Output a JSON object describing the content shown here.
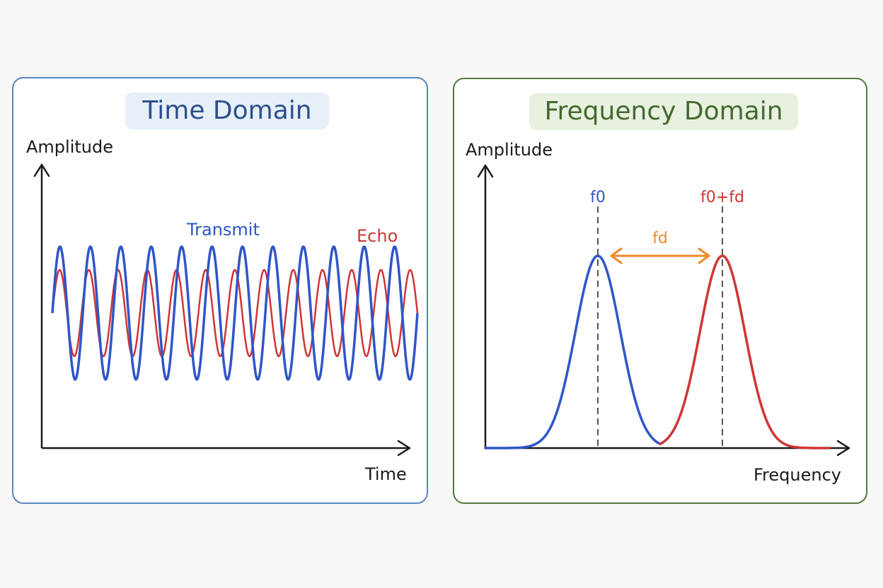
{
  "time_panel": {
    "title": "Time Domain",
    "y_axis_label": "Amplitude",
    "x_axis_label": "Time",
    "transmit_label": "Transmit",
    "echo_label": "Echo"
  },
  "frequency_panel": {
    "title": "Frequency Domain",
    "y_axis_label": "Amplitude",
    "x_axis_label": "Frequency",
    "f0_label": "f0",
    "f0_fd_label": "f0+fd",
    "shift_label": "fd"
  },
  "colors": {
    "transmit": "#2f55c8",
    "echo": "#cf3535",
    "shift_arrow": "#f08a2a",
    "time_border": "#5b86c4",
    "frequency_border": "#557a40",
    "axis": "#1a1a1a"
  },
  "chart_data": [
    {
      "type": "line",
      "title": "Time Domain",
      "xlabel": "Time",
      "ylabel": "Amplitude",
      "series": [
        {
          "name": "Transmit",
          "cycles": 12,
          "amplitude": 1.0,
          "phase": 0
        },
        {
          "name": "Echo",
          "cycles": 12.5,
          "amplitude": 0.65,
          "phase": 0
        }
      ]
    },
    {
      "type": "line",
      "title": "Frequency Domain",
      "xlabel": "Frequency",
      "ylabel": "Amplitude",
      "series": [
        {
          "name": "f0",
          "center": 1.0,
          "width": 0.18,
          "peak": 1.0
        },
        {
          "name": "f0+fd",
          "center": 2.0,
          "width": 0.18,
          "peak": 1.0
        }
      ],
      "xlim": [
        0,
        2.9
      ],
      "ylim": [
        0,
        1.1
      ]
    }
  ]
}
